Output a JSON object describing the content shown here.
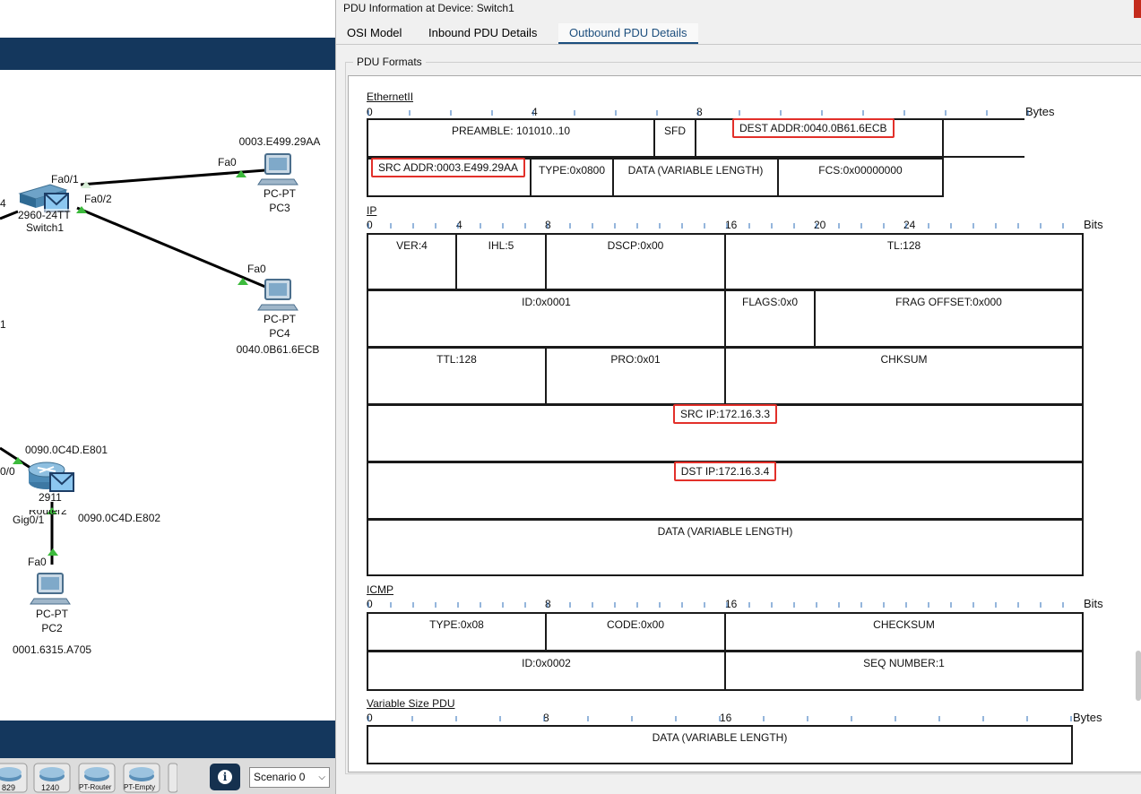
{
  "topology": {
    "switch1": {
      "model": "2960-24TT",
      "name": "Switch1",
      "port_up": "Fa0/1",
      "port_down": "Fa0/2",
      "port_left": "4"
    },
    "pc3": {
      "model": "PC-PT",
      "name": "PC3",
      "mac": "0003.E499.29AA",
      "port": "Fa0"
    },
    "pc4": {
      "model": "PC-PT",
      "name": "PC4",
      "mac": "0040.0B61.6ECB",
      "port": "Fa0"
    },
    "router2": {
      "model": "2911",
      "name": "Router2",
      "mac_up": "0090.0C4D.E801",
      "mac_down": "0090.0C4D.E802",
      "port_down": "Gig0/1",
      "port_left": "0/0"
    },
    "pc2": {
      "model": "PC-PT",
      "name": "PC2",
      "mac": "0001.6315.A705",
      "port": "Fa0"
    },
    "left_fragment": "1"
  },
  "tray": {
    "scenario": "Scenario 0",
    "info_icon": "info-icon",
    "device_labels": [
      "829",
      "1240",
      "PT-Router",
      "PT-Empty"
    ]
  },
  "dialog": {
    "title": "PDU Information at Device: Switch1",
    "tabs": [
      "OSI Model",
      "Inbound PDU Details",
      "Outbound PDU Details"
    ],
    "active_tab": 2,
    "group_label": "PDU Formats"
  },
  "ethernet": {
    "label": "EthernetII",
    "unit": "Bytes",
    "ruler": [
      "0",
      "4",
      "8"
    ],
    "preamble": "PREAMBLE: 101010..10",
    "sfd": "SFD",
    "dest": "DEST ADDR:0040.0B61.6ECB",
    "src": "SRC ADDR:0003.E499.29AA",
    "type": "TYPE:0x0800",
    "data": "DATA (VARIABLE LENGTH)",
    "fcs": "FCS:0x00000000"
  },
  "ip": {
    "label": "IP",
    "unit": "Bits",
    "ruler": [
      "0",
      "4",
      "8",
      "16",
      "20",
      "24"
    ],
    "ver": "VER:4",
    "ihl": "IHL:5",
    "dscp": "DSCP:0x00",
    "tl": "TL:128",
    "id": "ID:0x0001",
    "flags": "FLAGS:0x0",
    "frag": "FRAG OFFSET:0x000",
    "ttl": "TTL:128",
    "pro": "PRO:0x01",
    "chksum": "CHKSUM",
    "src": "SRC IP:172.16.3.3",
    "dst": "DST IP:172.16.3.4",
    "data": "DATA (VARIABLE LENGTH)"
  },
  "icmp": {
    "label": "ICMP",
    "unit": "Bits",
    "ruler": [
      "0",
      "8",
      "16"
    ],
    "type": "TYPE:0x08",
    "code": "CODE:0x00",
    "checksum": "CHECKSUM",
    "id": "ID:0x0002",
    "seq": "SEQ NUMBER:1"
  },
  "variable": {
    "label": "Variable Size PDU",
    "unit": "Bytes",
    "ruler": [
      "0",
      "8",
      "16"
    ],
    "data": "DATA (VARIABLE LENGTH)"
  },
  "colors": {
    "navy": "#14375d",
    "highlight": "#e2302a",
    "tab_active": "#1d4f7e",
    "link_light": "#3cba3c"
  }
}
